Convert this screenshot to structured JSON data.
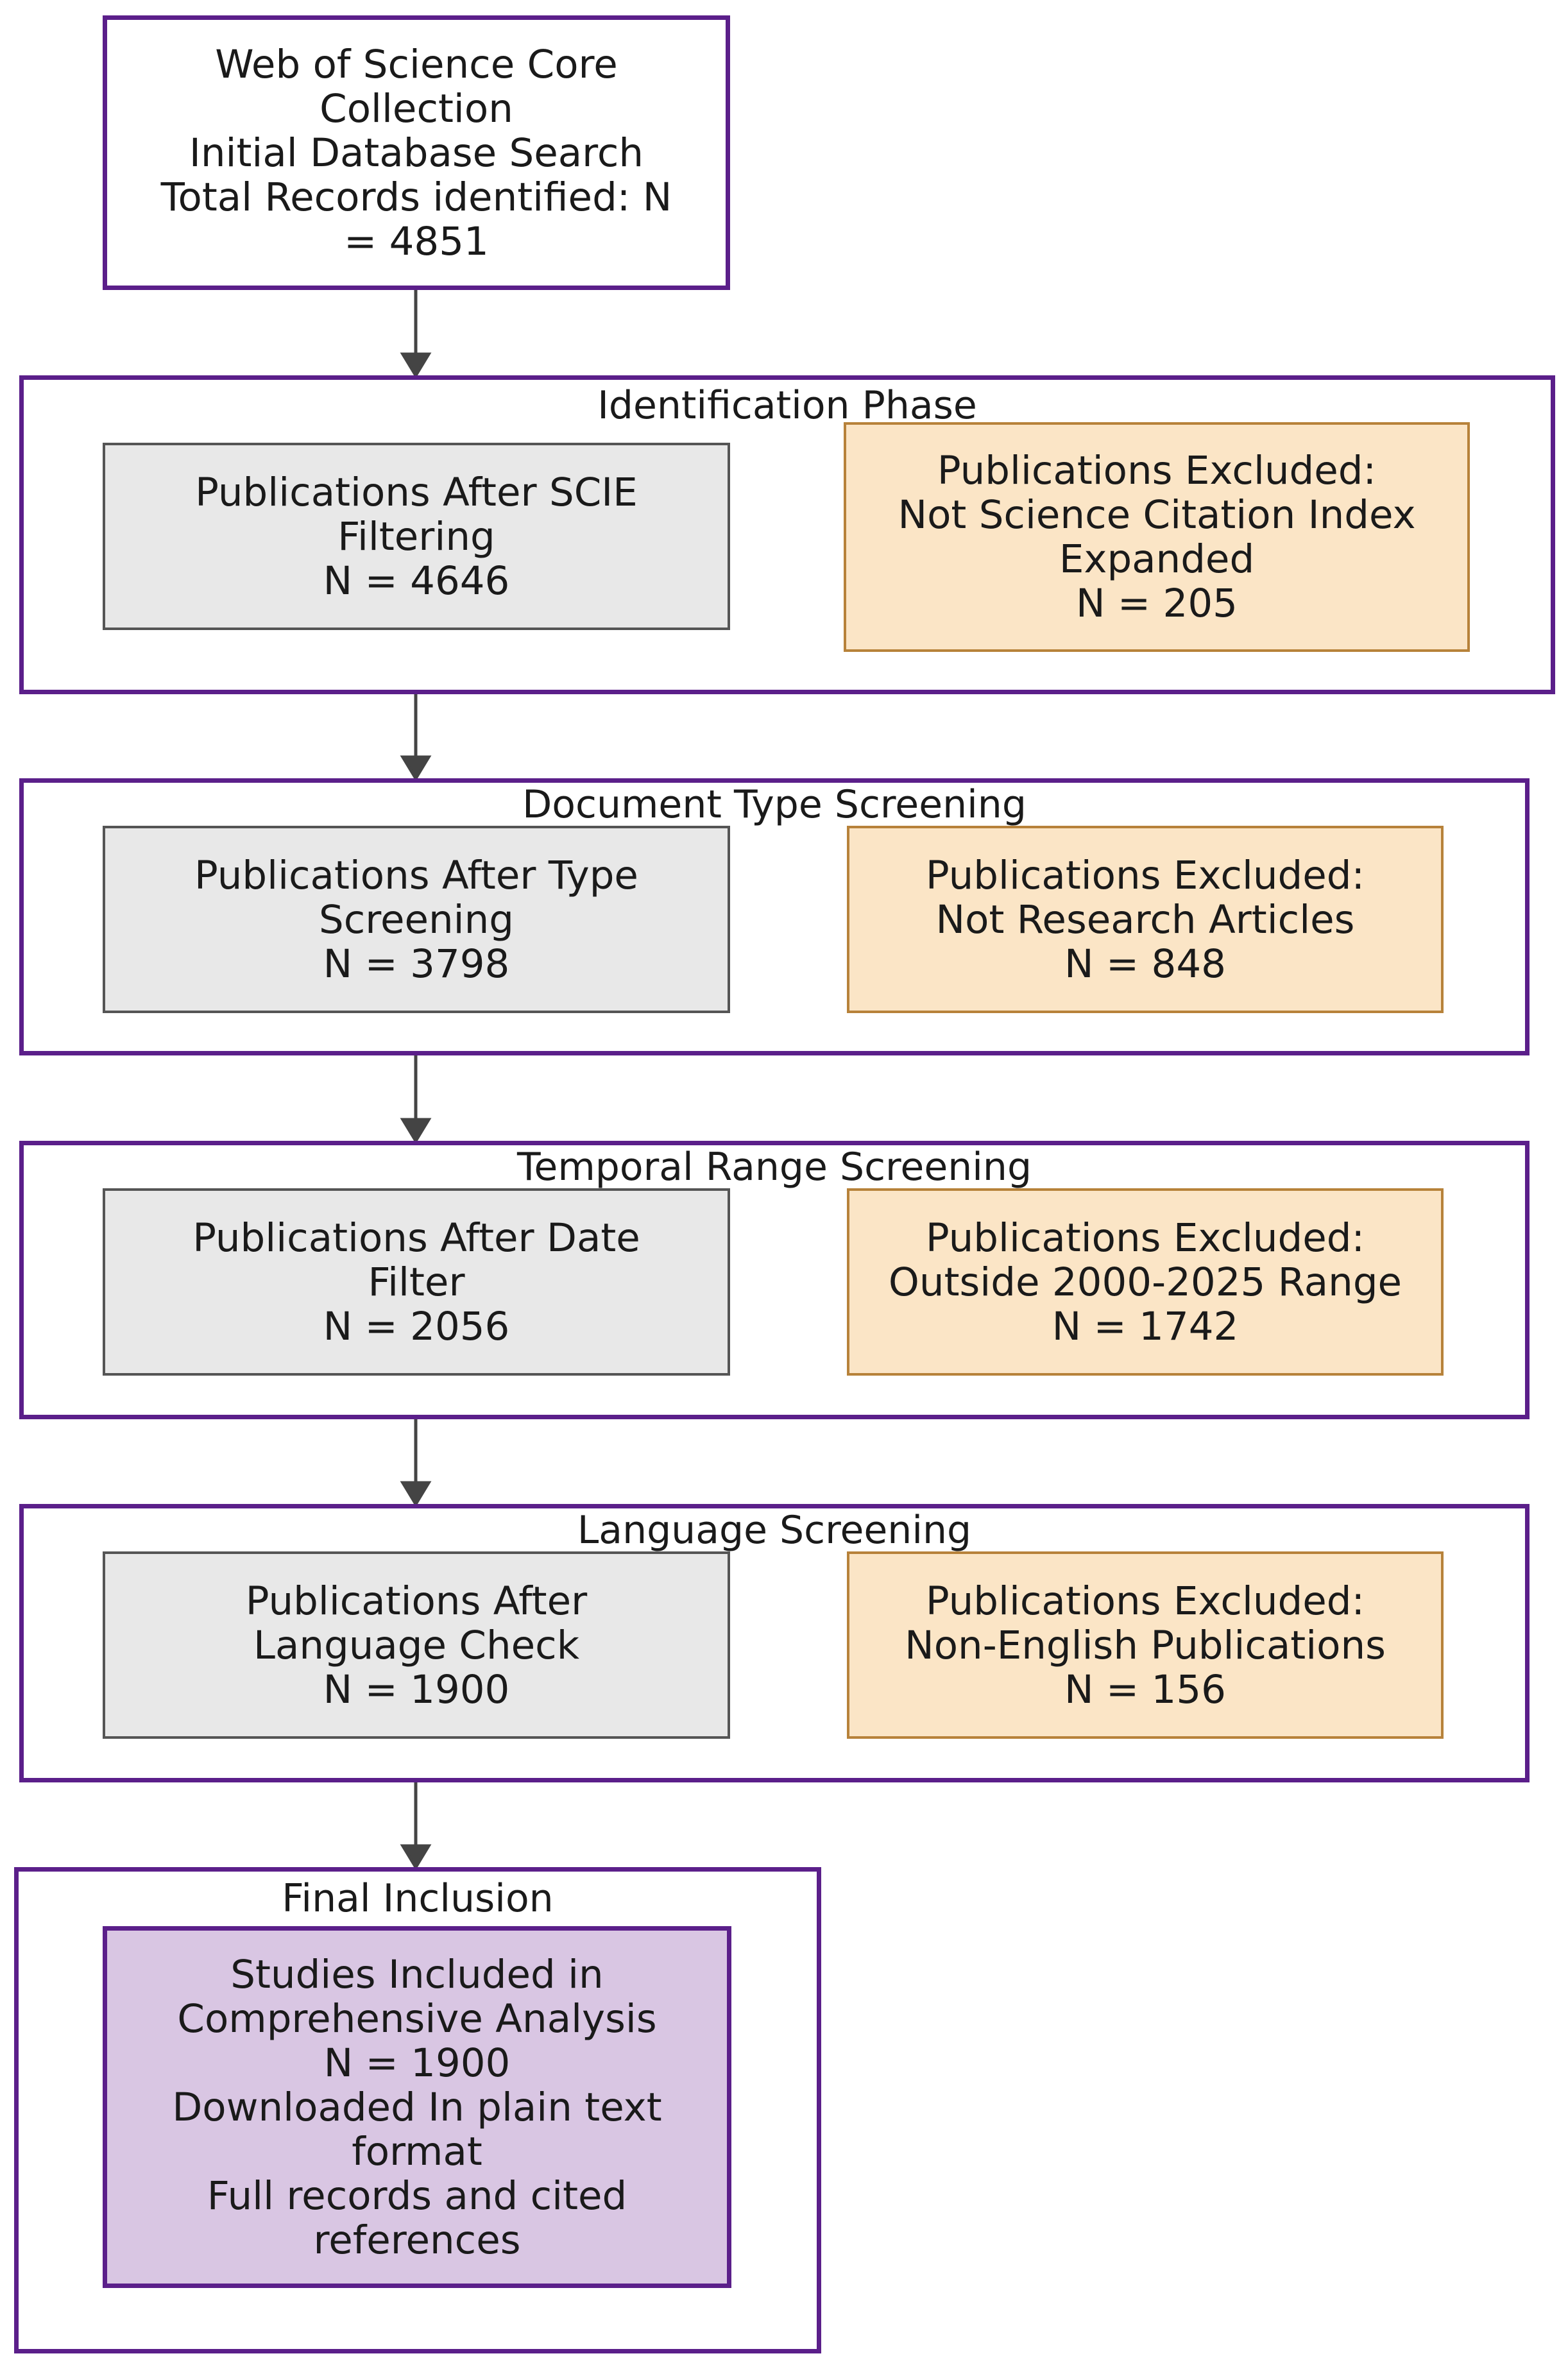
{
  "start": {
    "lines": [
      "Web of Science Core",
      "Collection",
      "Initial Database Search",
      "Total Records identified: N",
      "= 4851"
    ]
  },
  "phases": [
    {
      "title": "Identification Phase",
      "kept": [
        "Publications After SCIE",
        "Filtering",
        "N = 4646"
      ],
      "excluded": [
        "Publications Excluded:",
        "Not Science Citation Index",
        "Expanded",
        "N = 205"
      ]
    },
    {
      "title": "Document Type Screening",
      "kept": [
        "Publications After Type",
        "Screening",
        "N = 3798"
      ],
      "excluded": [
        "Publications Excluded:",
        "Not Research Articles",
        "N = 848"
      ]
    },
    {
      "title": "Temporal Range Screening",
      "kept": [
        "Publications After Date",
        "Filter",
        "N = 2056"
      ],
      "excluded": [
        "Publications Excluded:",
        "Outside 2000-2025 Range",
        "N = 1742"
      ]
    },
    {
      "title": "Language Screening",
      "kept": [
        "Publications After",
        "Language Check",
        "N = 1900"
      ],
      "excluded": [
        "Publications Excluded:",
        "Non-English Publications",
        "N = 156"
      ]
    }
  ],
  "final": {
    "title": "Final Inclusion",
    "lines": [
      "Studies Included in",
      "Comprehensive Analysis",
      "N = 1900",
      "Downloaded In plain text",
      "format",
      "Full records and cited",
      "references"
    ]
  },
  "colors": {
    "phase_border": "#5b1f8a",
    "kept_fill": "#e8e8e8",
    "excluded_fill": "#fbe5c6",
    "final_fill": "#d9c6e3",
    "arrow": "#444444"
  }
}
